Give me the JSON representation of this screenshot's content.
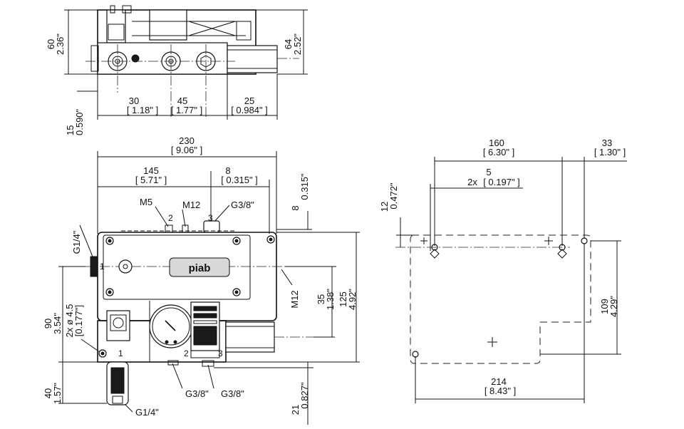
{
  "top_view": {
    "height_left": {
      "mm": "60",
      "in": "2.36\""
    },
    "height_right": {
      "mm": "64",
      "in": "2.52\""
    },
    "offset_left": {
      "mm": "15",
      "in": "0.590\""
    },
    "spacing_1": {
      "mm": "30",
      "in": "[ 1.18\" ]"
    },
    "spacing_2": {
      "mm": "45",
      "in": "[ 1.77\" ]"
    },
    "spacing_3": {
      "mm": "25",
      "in": "[ 0.984\" ]"
    }
  },
  "front_view": {
    "overall_width": {
      "mm": "230",
      "in": "[ 9.06\" ]"
    },
    "port_offset": {
      "mm": "145",
      "in": "[ 5.71\" ]"
    },
    "small_offset": {
      "mm": "8",
      "in": "[ 0.315\" ]"
    },
    "right_top": {
      "mm": "8",
      "in": "0.315\""
    },
    "top_gap": {
      "mm": "8",
      "in": "0.315\""
    },
    "hole_height": {
      "mm": "35",
      "in": "1.38\""
    },
    "body_height": {
      "mm": "125",
      "in": "4.92\""
    },
    "left_height": {
      "mm": "90",
      "in": "3.54\""
    },
    "bottom_left": {
      "mm": "40",
      "in": "1.57\""
    },
    "bottom_right": {
      "mm": "21",
      "in": "0.827\""
    },
    "mount_holes": {
      "text": "2x ø 4.5",
      "in": "[0.177\"]"
    },
    "labels": {
      "m5": "M5",
      "m12_top": "M12",
      "g38_top": "G3/8\"",
      "g14_left": "G1/4\"",
      "m12_right": "M12",
      "g38_bottom_1": "G3/8\"",
      "g38_bottom_2": "G3/8\"",
      "g14_bottom": "G1/4\"",
      "port_1": "1",
      "port_2": "2",
      "port_3": "3",
      "port_1b": "1",
      "port_2b": "2",
      "port_3b": "3",
      "logo": "piab"
    }
  },
  "bracket_view": {
    "width_top": {
      "mm": "160",
      "in": "[ 6.30\" ]"
    },
    "right_offset": {
      "mm": "33",
      "in": "[ 1.30\" ]"
    },
    "slot": {
      "mm": "5",
      "prefix": "2x",
      "in": "[ 0.197\" ]"
    },
    "top_offset": {
      "mm": "12",
      "in": "0.472\""
    },
    "height": {
      "mm": "109",
      "in": "4.29\""
    },
    "width_bottom": {
      "mm": "214",
      "in": "[ 8.43\" ]"
    }
  }
}
